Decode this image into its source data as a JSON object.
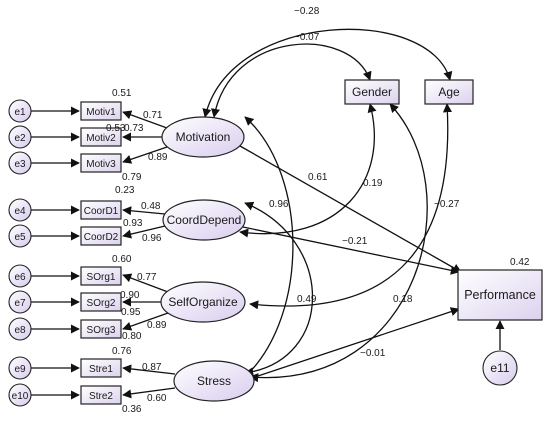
{
  "observed": {
    "motiv1": "Motiv1",
    "motiv2": "Motiv2",
    "motiv3": "Motiv3",
    "coord1": "CoorD1",
    "coord2": "CoorD2",
    "sorg1": "SOrg1",
    "sorg2": "SOrg2",
    "sorg3": "SOrg3",
    "stre1": "Stre1",
    "stre2": "Stre2",
    "gender": "Gender",
    "age": "Age",
    "performance": "Performance"
  },
  "latent": {
    "motivation": "Motivation",
    "coorddepend": "CoordDepend",
    "selforganize": "SelfOrganize",
    "stress": "Stress"
  },
  "errors": {
    "e1": "e1",
    "e2": "e2",
    "e3": "e3",
    "e4": "e4",
    "e5": "e5",
    "e6": "e6",
    "e7": "e7",
    "e8": "e8",
    "e9": "e9",
    "e10": "e10",
    "e11": "e11"
  },
  "r2": {
    "motiv1": "0.51",
    "motiv2": "0.53",
    "motiv3": "0.79",
    "coord1": "0.23",
    "coord2": "0.96",
    "sorg1": "0.60",
    "sorg2": "0.90",
    "sorg3": "0.80",
    "stre1": "0.76",
    "stre2": "0.36",
    "performance": "0.42"
  },
  "loadings": {
    "motiv1": "0.71",
    "motiv2": "0.73",
    "motiv3": "0.89",
    "coord1": "0.48",
    "coord2": "0.93",
    "sorg1": "0.77",
    "sorg2": "0.95",
    "sorg3": "0.89",
    "stre1": "0.87",
    "stre2": "0.60"
  },
  "paths": {
    "motivation_performance": "0.61",
    "coorddepend_performance": "−0.21",
    "selforganize_performance": "0.49",
    "stress_performance": "−0.01"
  },
  "covariances": {
    "age_motivation": "−0.28",
    "gender_motivation": "−0.07",
    "gender_coorddepend": "0.19",
    "age_selforganize": "−0.27",
    "motivation_stress": "0.96",
    "coorddepend_stress": "0.18"
  }
}
